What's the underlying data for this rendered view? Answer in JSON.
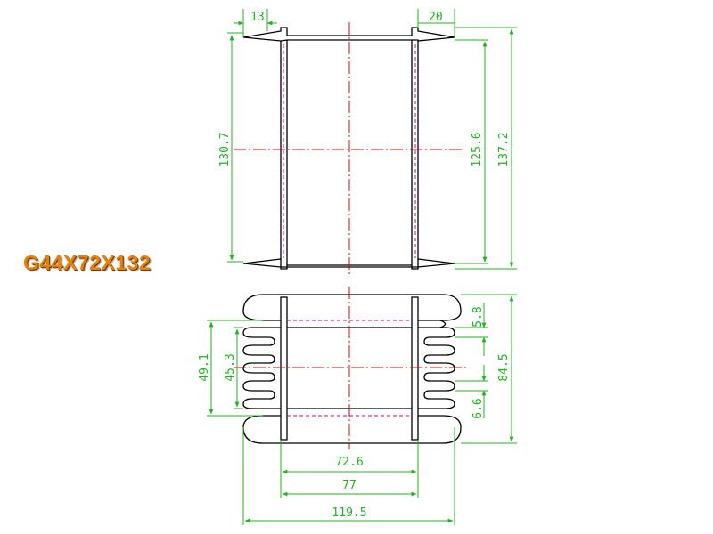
{
  "part_label": "G44X72X132",
  "colors": {
    "outline": "#000000",
    "dimension": "#22b422",
    "centerline": "#e60000",
    "hidden": "#c8009a",
    "label": "#e8800a"
  },
  "top_view": {
    "flange_left_width": "13",
    "flange_right_width": "20",
    "inner_height": "130.7",
    "window_height": "125.6",
    "overall_height": "137.2"
  },
  "bottom_view": {
    "slot_spacing": "5.8",
    "outer_height": "49.1",
    "inner_height": "45.3",
    "overall_height": "84.5",
    "fin_pitch": "6.6",
    "core_width": "72.6",
    "window_width": "77",
    "overall_width": "119.5"
  }
}
